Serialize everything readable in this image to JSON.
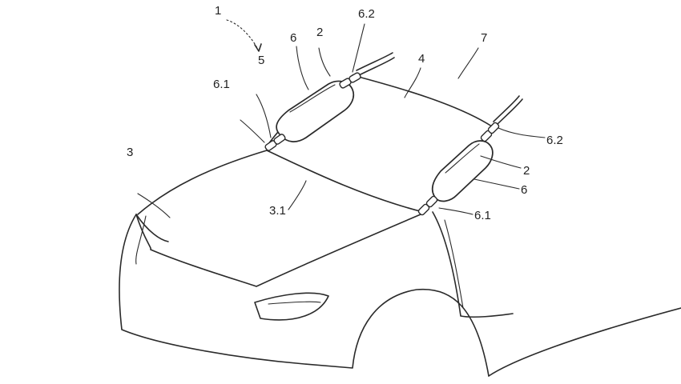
{
  "figure": {
    "labels": {
      "l1": "1",
      "l5": "5",
      "l6_top": "6",
      "l2_top": "2",
      "l62_top": "6.2",
      "l7": "7",
      "l4": "4",
      "l61_left": "6.1",
      "l3": "3",
      "l62_right": "6.2",
      "l2_right": "2",
      "l6_right": "6",
      "l31": "3.1",
      "l61_right": "6.1"
    }
  }
}
